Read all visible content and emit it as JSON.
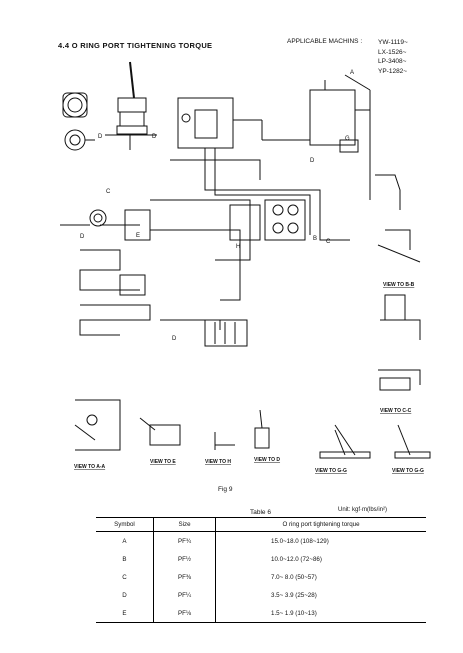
{
  "header": {
    "section_title": "4.4  O RING PORT TIGHTENING TORQUE",
    "applicable_label": "APPLICABLE MACHINS :",
    "models": [
      "YW-1119~",
      "LX-1526~",
      "LP-3408~",
      "YP-1282~"
    ]
  },
  "figure": {
    "label": "Fig 9",
    "point_labels": [
      "A",
      "B",
      "C",
      "D",
      "E",
      "G",
      "H"
    ],
    "view_captions": [
      "VIEW TO A-A",
      "VIEW TO E",
      "VIEW TO H",
      "VIEW TO D",
      "VIEW TO G-G",
      "VIEW TO G-G",
      "VIEW TO B-B",
      "VIEW TO C-C"
    ]
  },
  "table": {
    "label": "Table 6",
    "unit": "Unit: kgf·m(lbs/in²)",
    "headers": [
      "Symbol",
      "Size",
      "O ring port tightening torque"
    ],
    "rows": [
      [
        "A",
        "PF¾",
        "15.0~18.0  (108~129)"
      ],
      [
        "B",
        "PF½",
        "10.0~12.0  (72~86)"
      ],
      [
        "C",
        "PF⅜",
        "7.0~ 8.0  (50~57)"
      ],
      [
        "D",
        "PF¼",
        "3.5~ 3.9  (25~28)"
      ],
      [
        "E",
        "PF⅛",
        "1.5~ 1.9  (10~13)"
      ]
    ]
  }
}
